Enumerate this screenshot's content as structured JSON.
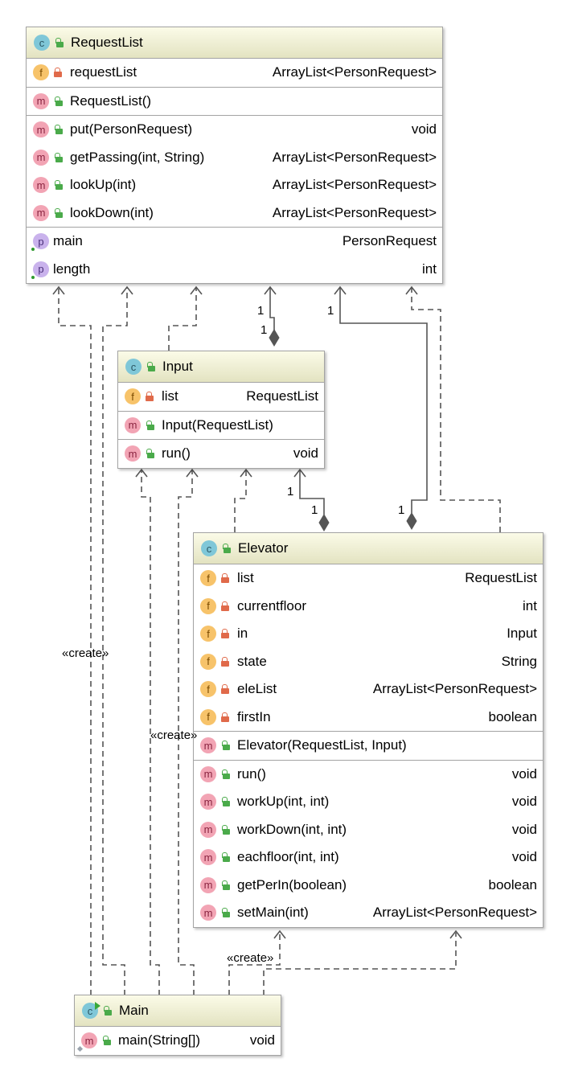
{
  "classes": {
    "request_list": {
      "kind": "c",
      "name": "RequestList",
      "fields": [
        {
          "badge": "f",
          "vis": "private",
          "name": "requestList",
          "type": "ArrayList<PersonRequest>"
        }
      ],
      "constructors": [
        {
          "badge": "m",
          "vis": "public",
          "name": "RequestList()",
          "type": ""
        }
      ],
      "methods": [
        {
          "badge": "m",
          "vis": "public",
          "name": "put(PersonRequest)",
          "type": "void"
        },
        {
          "badge": "m",
          "vis": "public",
          "name": "getPassing(int, String)",
          "type": "ArrayList<PersonRequest>"
        },
        {
          "badge": "m",
          "vis": "public",
          "name": "lookUp(int)",
          "type": "ArrayList<PersonRequest>"
        },
        {
          "badge": "m",
          "vis": "public",
          "name": "lookDown(int)",
          "type": "ArrayList<PersonRequest>"
        }
      ],
      "properties": [
        {
          "badge": "p",
          "vis": "none",
          "name": "main",
          "type": "PersonRequest"
        },
        {
          "badge": "p",
          "vis": "none",
          "name": "length",
          "type": "int"
        }
      ]
    },
    "input": {
      "kind": "c",
      "name": "Input",
      "fields": [
        {
          "badge": "f",
          "vis": "private",
          "name": "list",
          "type": "RequestList"
        }
      ],
      "constructors": [
        {
          "badge": "m",
          "vis": "public",
          "name": "Input(RequestList)",
          "type": ""
        }
      ],
      "methods": [
        {
          "badge": "m",
          "vis": "public",
          "name": "run()",
          "type": "void"
        }
      ]
    },
    "elevator": {
      "kind": "c",
      "name": "Elevator",
      "fields": [
        {
          "badge": "f",
          "vis": "private",
          "name": "list",
          "type": "RequestList"
        },
        {
          "badge": "f",
          "vis": "private",
          "name": "currentfloor",
          "type": "int"
        },
        {
          "badge": "f",
          "vis": "private",
          "name": "in",
          "type": "Input"
        },
        {
          "badge": "f",
          "vis": "private",
          "name": "state",
          "type": "String"
        },
        {
          "badge": "f",
          "vis": "private",
          "name": "eleList",
          "type": "ArrayList<PersonRequest>"
        },
        {
          "badge": "f",
          "vis": "private",
          "name": "firstIn",
          "type": "boolean"
        }
      ],
      "constructors": [
        {
          "badge": "m",
          "vis": "public",
          "name": "Elevator(RequestList, Input)",
          "type": ""
        }
      ],
      "methods": [
        {
          "badge": "m",
          "vis": "public",
          "name": "run()",
          "type": "void"
        },
        {
          "badge": "m",
          "vis": "public",
          "name": "workUp(int, int)",
          "type": "void"
        },
        {
          "badge": "m",
          "vis": "public",
          "name": "workDown(int, int)",
          "type": "void"
        },
        {
          "badge": "m",
          "vis": "public",
          "name": "eachfloor(int, int)",
          "type": "void"
        },
        {
          "badge": "m",
          "vis": "public",
          "name": "getPerIn(boolean)",
          "type": "boolean"
        },
        {
          "badge": "m",
          "vis": "public",
          "name": "setMain(int)",
          "type": "ArrayList<PersonRequest>"
        }
      ]
    },
    "main": {
      "kind": "c",
      "name": "Main",
      "methods": [
        {
          "badge": "m",
          "vis": "public",
          "name": "main(String[])",
          "type": "void"
        }
      ]
    }
  },
  "links": {
    "create_label": "«create»",
    "multiplicity_one": "1"
  },
  "colors": {
    "line": "#555555",
    "border": "#a3a3a3",
    "header_top": "#fbfbe8",
    "header_bottom": "#e3e3c1"
  }
}
